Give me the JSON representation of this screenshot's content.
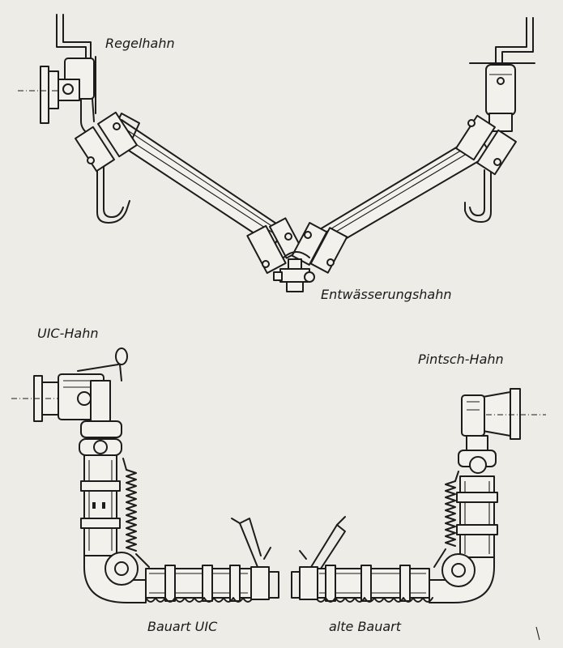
{
  "labels": {
    "regelhahn": "Regelhahn",
    "entwaesserungshahn": "Entwässerungshahn",
    "uic_hahn": "UIC-Hahn",
    "pintsch_hahn": "Pintsch-Hahn",
    "bauart_uic": "Bauart UIC",
    "alte_bauart": "alte Bauart"
  },
  "colors": {
    "ink": "#1c1c1c",
    "paper": "#eeece6"
  }
}
